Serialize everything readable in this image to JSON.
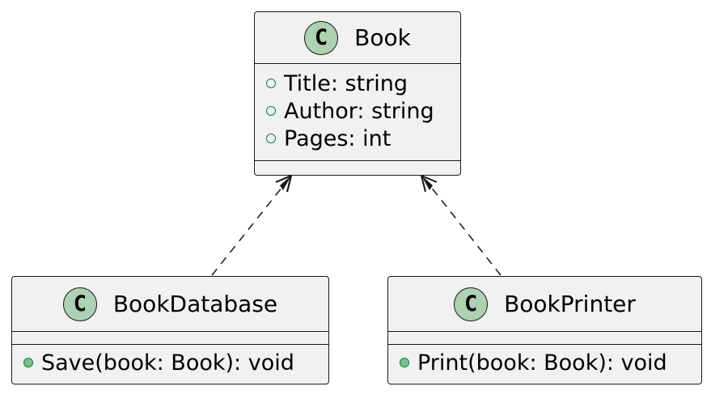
{
  "classes": {
    "book": {
      "icon": "C",
      "name": "Book",
      "attributes": [
        "Title: string",
        "Author: string",
        "Pages: int"
      ],
      "methods": []
    },
    "book_database": {
      "icon": "C",
      "name": "BookDatabase",
      "attributes": [],
      "methods": [
        "Save(book: Book): void"
      ]
    },
    "book_printer": {
      "icon": "C",
      "name": "BookPrinter",
      "attributes": [],
      "methods": [
        "Print(book: Book): void"
      ]
    }
  },
  "relations": [
    {
      "from": "BookDatabase",
      "to": "Book",
      "type": "dependency"
    },
    {
      "from": "BookPrinter",
      "to": "Book",
      "type": "dependency"
    }
  ],
  "colors": {
    "class_fill": "#f1f1f1",
    "border": "#181818",
    "class_icon_fill": "#add1b2",
    "visibility_public": "#038048",
    "method_marker_fill": "#84be84"
  }
}
